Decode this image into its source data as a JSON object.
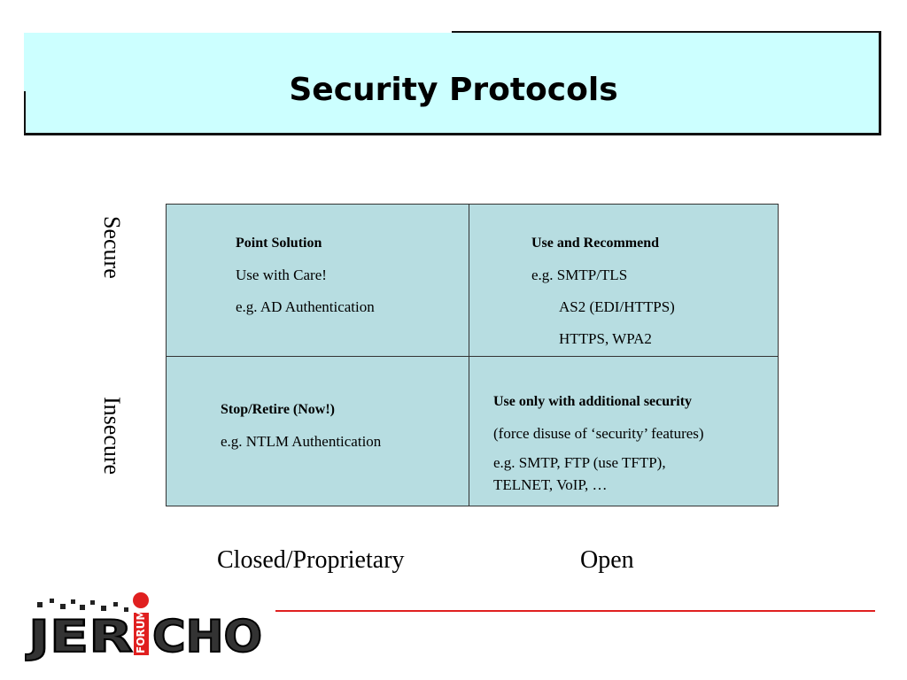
{
  "title": "Security Protocols",
  "axis": {
    "secure": "Secure",
    "insecure": "Insecure",
    "closed": "Closed/Proprietary",
    "open": "Open"
  },
  "quadrants": {
    "top_left": {
      "heading": "Point Solution",
      "lines": [
        "Use with Care!",
        "e.g. AD Authentication"
      ]
    },
    "top_right": {
      "heading": "Use and Recommend",
      "lines": [
        "e.g. SMTP/TLS",
        "AS2 (EDI/HTTPS)",
        "HTTPS, WPA2"
      ]
    },
    "bottom_left": {
      "heading": "Stop/Retire (Now!)",
      "lines": [
        "e.g. NTLM Authentication"
      ]
    },
    "bottom_right": {
      "heading": "Use only with additional security",
      "lines": [
        "(force disuse of ‘security’ features)",
        "e.g. SMTP, FTP (use TFTP),",
        "TELNET, VoIP, …"
      ]
    }
  },
  "logo": {
    "name": "JERICHO",
    "tag": "FORUM"
  },
  "colors": {
    "title_bg": "#ccffff",
    "grid_bg": "#b7dde1",
    "accent_line": "#e02020"
  }
}
